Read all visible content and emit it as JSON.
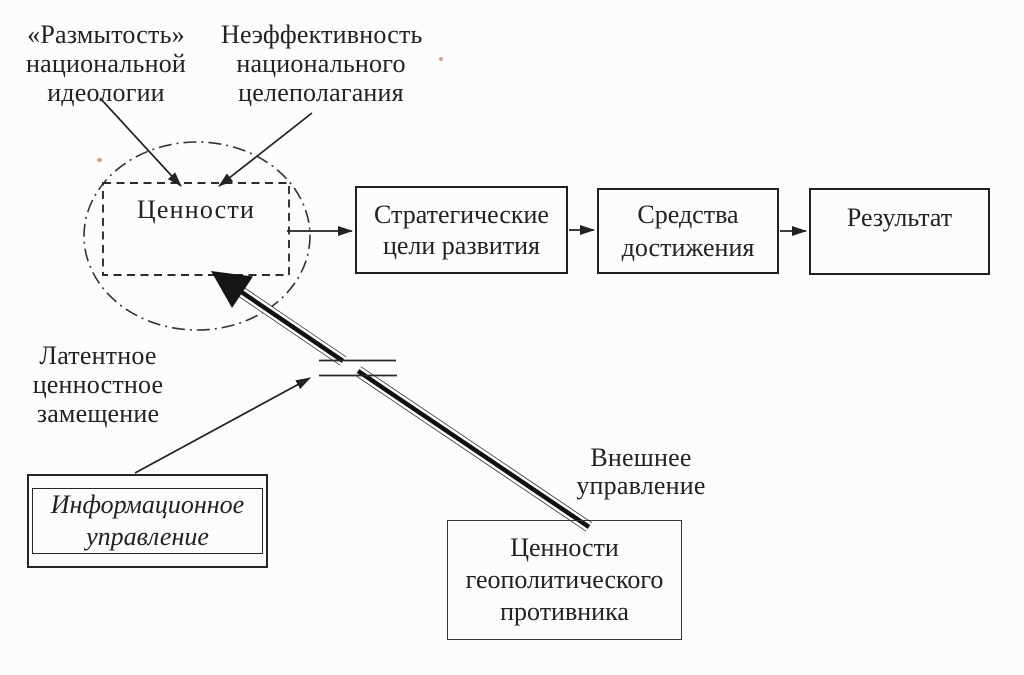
{
  "colors": {
    "background": "#fcfcfa",
    "ink": "#222222",
    "line": "#2a2a2a"
  },
  "labels": {
    "blurred_ideology": "«Размытость»\nнациональной\nидеологии",
    "ineffective_goal_setting": "Неэффективность\nнационального\nцелеполагания",
    "latent_value_substitution": "Латентное\nценностное\nзамещение",
    "external_control": "Внешнее\nуправление"
  },
  "nodes": {
    "values": "Ценности",
    "strategic_goals": "Стратегические\nцели развития",
    "means": "Средства\nдостижения",
    "result": "Результат",
    "information_control": "Информационное\nуправление",
    "adversary_values": "Ценности\nгеополитического\nпротивника"
  }
}
